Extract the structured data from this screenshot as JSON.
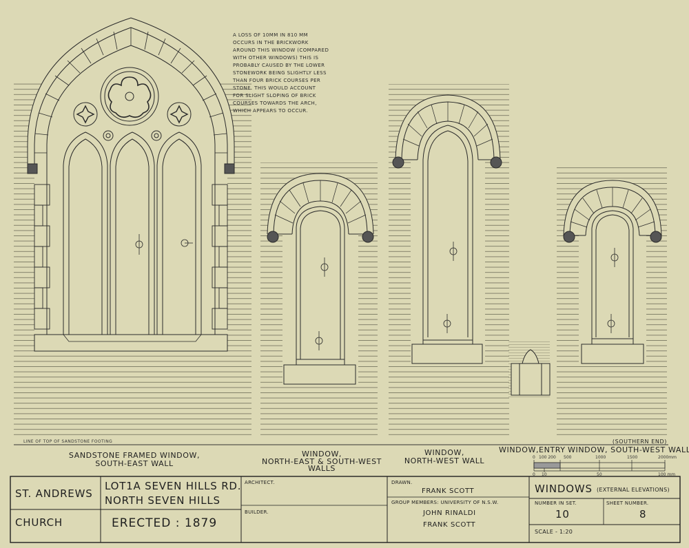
{
  "note": {
    "lines": [
      "A LOSS OF 10mm IN 810 mm",
      "OCCURS IN THE BRICKWORK",
      "AROUND THIS WINDOW (COMPARED",
      "WITH OTHER WINDOWS) THIS IS",
      "PROBABLY CAUSED BY THE LOWER",
      "STONEWORK BEING SLIGHTLY LESS",
      "THAN FOUR BRICK COURSES PER",
      "STONE. THIS WOULD ACCOUNT",
      "FOR SLIGHT SLOPING OF BRICK",
      "COURSES TOWARDS THE ARCH,",
      "WHICH APPEARS TO OCCUR."
    ]
  },
  "footing_label": "LINE OF TOP OF SANDSTONE FOOTING",
  "labels": {
    "w1": [
      "SANDSTONE FRAMED WINDOW,",
      "SOUTH-EAST WALL"
    ],
    "w2": [
      "WINDOW,",
      "NORTH-EAST & SOUTH-WEST",
      "WALLS"
    ],
    "w3": [
      "WINDOW,",
      "NORTH-WEST WALL"
    ],
    "w4": [
      "WINDOW,ENTRY"
    ],
    "w5": [
      "(SOUTHERN END)",
      "WINDOW, SOUTH-WEST WALL"
    ]
  },
  "scale_bar": {
    "top_ticks": [
      "0",
      "100 200",
      "500",
      "1000",
      "1500",
      "2000mm"
    ],
    "bottom_ticks": [
      "0",
      "10",
      "50",
      "100 mm"
    ]
  },
  "title_block": {
    "church_line1": "ST. ANDREWS",
    "church_line2": "CHURCH",
    "address_line1": "LOT1A SEVEN HILLS RD.",
    "address_line2": "NORTH SEVEN HILLS",
    "erected": "ERECTED : 1879",
    "architect_label": "ARCHITECT.",
    "builder_label": "BUILDER.",
    "drawn_label": "DRAWN.",
    "drawn_name": "FRANK SCOTT",
    "group_label": "GROUP MEMBERS: UNIVERSITY of N.S.W.",
    "member1": "JOHN RINALDI",
    "member2": "FRANK SCOTT",
    "title_main": "WINDOWS",
    "title_sub": "(EXTERNAL ELEVATIONS)",
    "number_in_set_label": "NUMBER IN SET.",
    "number_in_set": "10",
    "sheet_number_label": "SHEET NUMBER.",
    "sheet_number": "8",
    "scale": "SCALE - 1:20"
  }
}
